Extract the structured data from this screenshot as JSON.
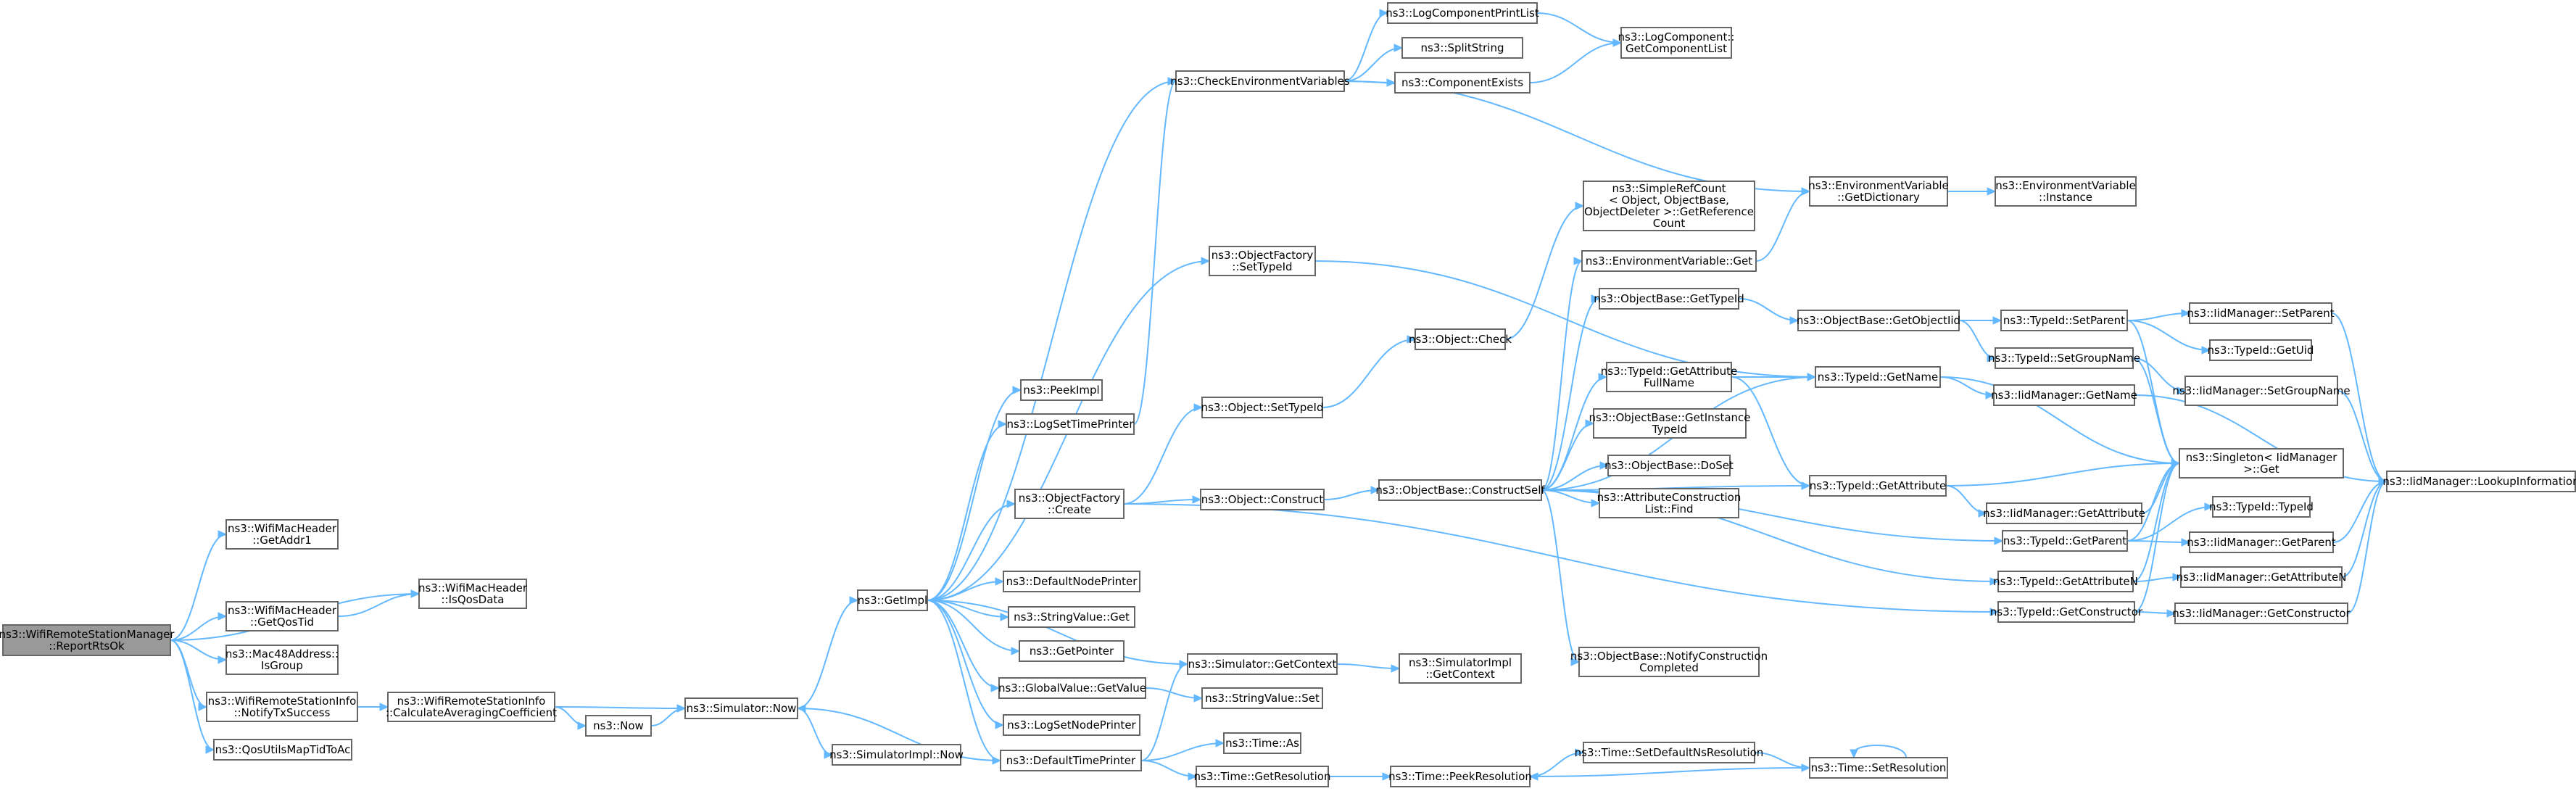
{
  "colors": {
    "edge": "#63b8ff",
    "node_border": "#666666",
    "root_fill": "#999999",
    "node_fill": "#ffffff",
    "background": "#ffffff"
  },
  "nodes": [
    {
      "id": "root",
      "lines": [
        "ns3::WifiRemoteStationManager",
        "::ReportRtsOk"
      ]
    },
    {
      "id": "getaddr1",
      "lines": [
        "ns3::WifiMacHeader",
        "::GetAddr1"
      ]
    },
    {
      "id": "isqosdata",
      "lines": [
        "ns3::WifiMacHeader",
        "::IsQosData"
      ]
    },
    {
      "id": "getqostid",
      "lines": [
        "ns3::WifiMacHeader",
        "::GetQosTid"
      ]
    },
    {
      "id": "isgroup",
      "lines": [
        "ns3::Mac48Address::",
        "IsGroup"
      ]
    },
    {
      "id": "notifytx",
      "lines": [
        "ns3::WifiRemoteStationInfo",
        "::NotifyTxSuccess"
      ]
    },
    {
      "id": "qosutils",
      "lines": [
        "ns3::QosUtilsMapTidToAc"
      ]
    },
    {
      "id": "calcavg",
      "lines": [
        "ns3::WifiRemoteStationInfo",
        "::CalculateAveragingCoefficient"
      ]
    },
    {
      "id": "now",
      "lines": [
        "ns3::Now"
      ]
    },
    {
      "id": "simnow",
      "lines": [
        "ns3::Simulator::Now"
      ]
    },
    {
      "id": "simimplnow",
      "lines": [
        "ns3::SimulatorImpl::Now"
      ]
    },
    {
      "id": "getimpl",
      "lines": [
        "ns3::GetImpl"
      ]
    },
    {
      "id": "peekimpl",
      "lines": [
        "ns3::PeekImpl"
      ]
    },
    {
      "id": "logsettime",
      "lines": [
        "ns3::LogSetTimePrinter"
      ]
    },
    {
      "id": "objfactcreate",
      "lines": [
        "ns3::ObjectFactory",
        "::Create"
      ]
    },
    {
      "id": "defnodeprinter",
      "lines": [
        "ns3::DefaultNodePrinter"
      ]
    },
    {
      "id": "stringvalget",
      "lines": [
        "ns3::StringValue::Get"
      ]
    },
    {
      "id": "getpointer",
      "lines": [
        "ns3::GetPointer"
      ]
    },
    {
      "id": "globalvalget",
      "lines": [
        "ns3::GlobalValue::GetValue"
      ]
    },
    {
      "id": "logsetnode",
      "lines": [
        "ns3::LogSetNodePrinter"
      ]
    },
    {
      "id": "deftimeprinter",
      "lines": [
        "ns3::DefaultTimePrinter"
      ]
    },
    {
      "id": "checkenv",
      "lines": [
        "ns3::CheckEnvironmentVariables"
      ]
    },
    {
      "id": "logcomplist",
      "lines": [
        "ns3::LogComponentPrintList"
      ]
    },
    {
      "id": "splitstring",
      "lines": [
        "ns3::SplitString"
      ]
    },
    {
      "id": "compexists",
      "lines": [
        "ns3::ComponentExists"
      ]
    },
    {
      "id": "getcomplist",
      "lines": [
        "ns3::LogComponent::",
        "GetComponentList"
      ]
    },
    {
      "id": "objfactsettid",
      "lines": [
        "ns3::ObjectFactory",
        "::SetTypeId"
      ]
    },
    {
      "id": "objsettid",
      "lines": [
        "ns3::Object::SetTypeId"
      ]
    },
    {
      "id": "objconstruct",
      "lines": [
        "ns3::Object::Construct"
      ]
    },
    {
      "id": "simgetctx",
      "lines": [
        "ns3::Simulator::GetContext"
      ]
    },
    {
      "id": "strvalset",
      "lines": [
        "ns3::StringValue::Set"
      ]
    },
    {
      "id": "timeas",
      "lines": [
        "ns3::Time::As"
      ]
    },
    {
      "id": "timegetres",
      "lines": [
        "ns3::Time::GetResolution"
      ]
    },
    {
      "id": "simimplgetctx",
      "lines": [
        "ns3::SimulatorImpl",
        "::GetContext"
      ]
    },
    {
      "id": "timepeekres",
      "lines": [
        "ns3::Time::PeekResolution"
      ]
    },
    {
      "id": "objcheck",
      "lines": [
        "ns3::Object::Check"
      ]
    },
    {
      "id": "constructself",
      "lines": [
        "ns3::ObjectBase::ConstructSelf"
      ]
    },
    {
      "id": "simplerefcount",
      "lines": [
        "ns3::SimpleRefCount",
        "< Object, ObjectBase,",
        "ObjectDeleter >::GetReference",
        "Count"
      ]
    },
    {
      "id": "envget",
      "lines": [
        "ns3::EnvironmentVariable::Get"
      ]
    },
    {
      "id": "objbasegettid",
      "lines": [
        "ns3::ObjectBase::GetTypeId"
      ]
    },
    {
      "id": "tidgetattrfull",
      "lines": [
        "ns3::TypeId::GetAttribute",
        "FullName"
      ]
    },
    {
      "id": "getinsttid",
      "lines": [
        "ns3::ObjectBase::GetInstance",
        "TypeId"
      ]
    },
    {
      "id": "doset",
      "lines": [
        "ns3::ObjectBase::DoSet"
      ]
    },
    {
      "id": "attrconstfind",
      "lines": [
        "ns3::AttributeConstruction",
        "List::Find"
      ]
    },
    {
      "id": "notifyconstcomp",
      "lines": [
        "ns3::ObjectBase::NotifyConstruction",
        "Completed"
      ]
    },
    {
      "id": "setdefnsres",
      "lines": [
        "ns3::Time::SetDefaultNsResolution"
      ]
    },
    {
      "id": "timesetres",
      "lines": [
        "ns3::Time::SetResolution"
      ]
    },
    {
      "id": "envgetdict",
      "lines": [
        "ns3::EnvironmentVariable",
        "::GetDictionary"
      ]
    },
    {
      "id": "envinstance",
      "lines": [
        "ns3::EnvironmentVariable",
        "::Instance"
      ]
    },
    {
      "id": "getobjiid",
      "lines": [
        "ns3::ObjectBase::GetObjectIid"
      ]
    },
    {
      "id": "tidgetname",
      "lines": [
        "ns3::TypeId::GetName"
      ]
    },
    {
      "id": "tidgetattr",
      "lines": [
        "ns3::TypeId::GetAttribute"
      ]
    },
    {
      "id": "tidsetparent",
      "lines": [
        "ns3::TypeId::SetParent"
      ]
    },
    {
      "id": "tidsetgroup",
      "lines": [
        "ns3::TypeId::SetGroupName"
      ]
    },
    {
      "id": "iidgetname",
      "lines": [
        "ns3::IidManager::GetName"
      ]
    },
    {
      "id": "iidgetattr",
      "lines": [
        "ns3::IidManager::GetAttribute"
      ]
    },
    {
      "id": "tidgetparent",
      "lines": [
        "ns3::TypeId::GetParent"
      ]
    },
    {
      "id": "tidgetattrn",
      "lines": [
        "ns3::TypeId::GetAttributeN"
      ]
    },
    {
      "id": "tidgetconstructor",
      "lines": [
        "ns3::TypeId::GetConstructor"
      ]
    },
    {
      "id": "iidsetparent",
      "lines": [
        "ns3::IidManager::SetParent"
      ]
    },
    {
      "id": "tidgetuid",
      "lines": [
        "ns3::TypeId::GetUid"
      ]
    },
    {
      "id": "iidsetgroup",
      "lines": [
        "ns3::IidManager::SetGroupName"
      ]
    },
    {
      "id": "singletonget",
      "lines": [
        "ns3::Singleton< IidManager",
        ">::Get"
      ]
    },
    {
      "id": "tidtid",
      "lines": [
        "ns3::TypeId::TypeId"
      ]
    },
    {
      "id": "iidgetparent",
      "lines": [
        "ns3::IidManager::GetParent"
      ]
    },
    {
      "id": "iidgetattrn",
      "lines": [
        "ns3::IidManager::GetAttributeN"
      ]
    },
    {
      "id": "iidgetconstructor",
      "lines": [
        "ns3::IidManager::GetConstructor"
      ]
    },
    {
      "id": "iidlookup",
      "lines": [
        "ns3::IidManager::LookupInformation"
      ]
    }
  ]
}
